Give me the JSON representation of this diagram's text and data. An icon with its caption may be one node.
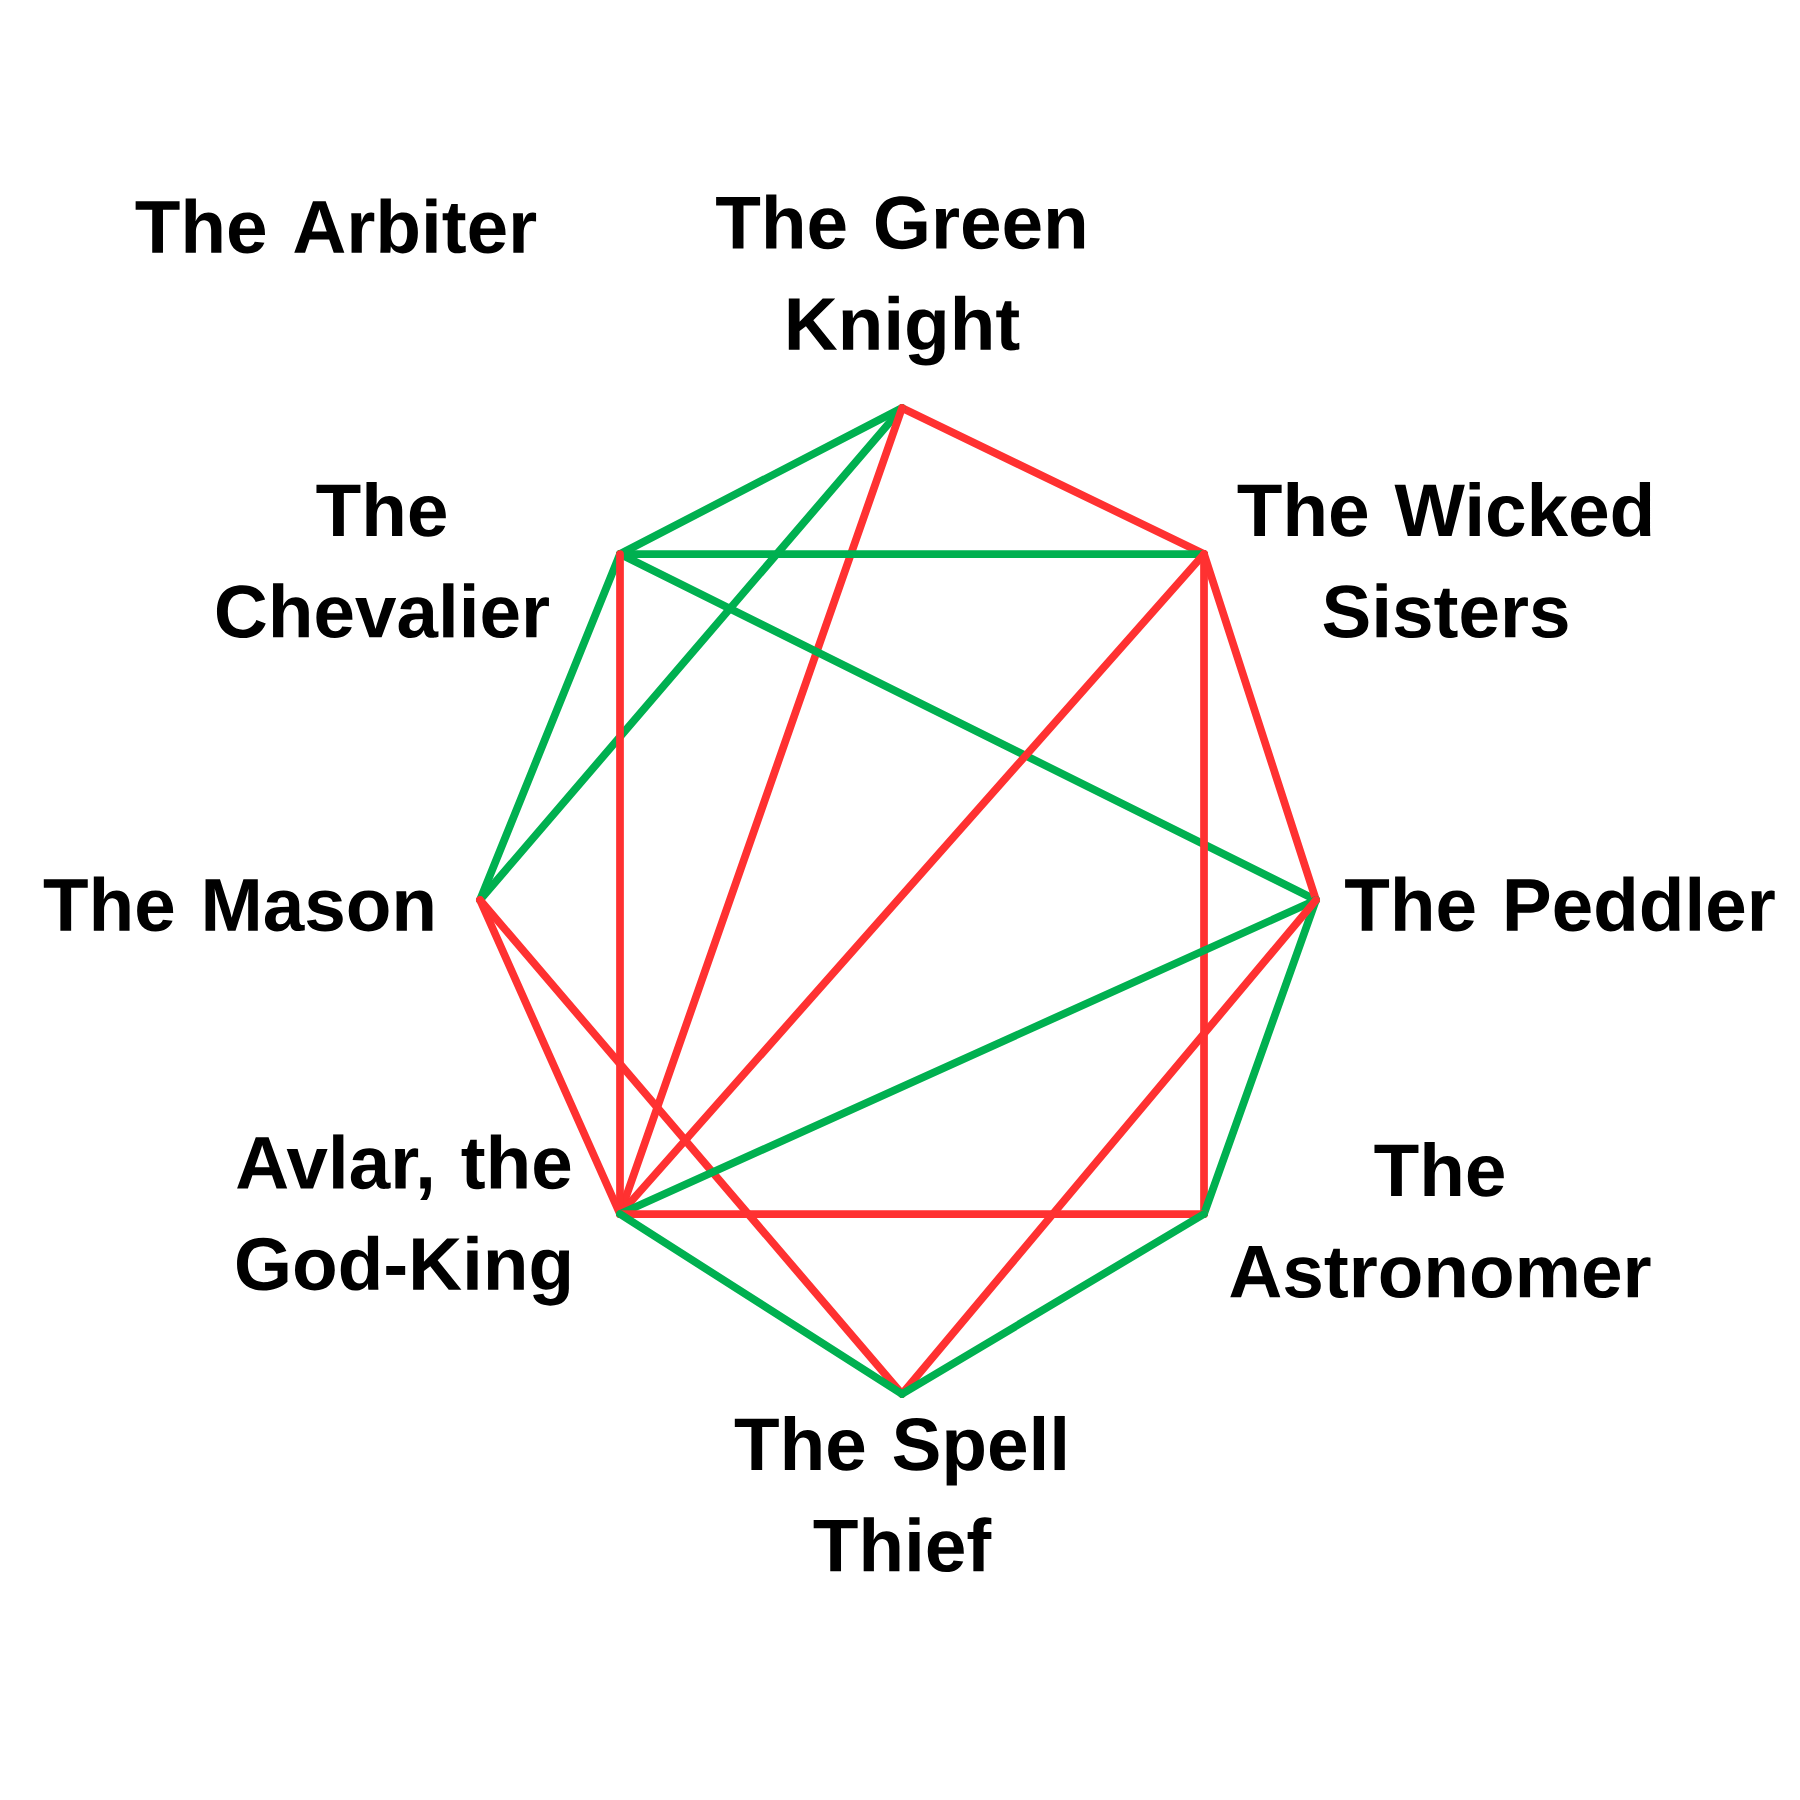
{
  "diagram": {
    "nodes": [
      {
        "text": [
          "The Green Knight"
        ]
      },
      {
        "text": [
          "The Chevalier"
        ]
      },
      {
        "text": [
          "The Wicked Sisters"
        ]
      },
      {
        "text": [
          "The Mason"
        ]
      },
      {
        "text": [
          "The Peddler"
        ]
      },
      {
        "text": [
          "Avlar, the God-King"
        ]
      },
      {
        "text": [
          "The Astronomer"
        ]
      },
      {
        "text": [
          "The Spell Thief"
        ]
      }
    ],
    "edges": [
      {
        "from": 0,
        "to": 1,
        "arrow": "none",
        "color": "#00b050"
      },
      {
        "from": 0,
        "to": 2,
        "arrow": "none"
      },
      {
        "from": 0,
        "to": 3,
        "arrow": "none",
        "color": "#00b050"
      },
      {
        "from": 0,
        "to": 5,
        "arrow": "none"
      },
      {
        "from": 1,
        "to": 2,
        "arrow": "none",
        "color": "#00b050"
      },
      {
        "from": 1,
        "to": 3,
        "arrow": "none",
        "color": "#00b050"
      },
      {
        "from": 1,
        "to": 4,
        "arrow": "none",
        "color": "#00b050"
      },
      {
        "from": 1,
        "to": 5,
        "arrow": "none"
      },
      {
        "from": 2,
        "to": 4,
        "arrow": "none"
      },
      {
        "from": 2,
        "to": 5,
        "arrow": "none"
      },
      {
        "from": 2,
        "to": 6,
        "arrow": "none"
      },
      {
        "from": 3,
        "to": 5,
        "arrow": "none"
      },
      {
        "from": 3,
        "to": 7,
        "arrow": "none"
      },
      {
        "from": 4,
        "to": 5,
        "arrow": "none",
        "color": "#00b050"
      },
      {
        "from": 4,
        "to": 6,
        "arrow": "none",
        "color": "#00b050"
      },
      {
        "from": 4,
        "to": 7,
        "arrow": "none"
      },
      {
        "from": 5,
        "to": 6,
        "arrow": "none"
      },
      {
        "from": 5,
        "to": 7,
        "arrow": "none",
        "color": "#00b050"
      },
      {
        "from": 6,
        "to": 7,
        "arrow": "none",
        "color": "#00b050"
      }
    ],
    "labels": [
      "The Arbiter"
    ]
  }
}
